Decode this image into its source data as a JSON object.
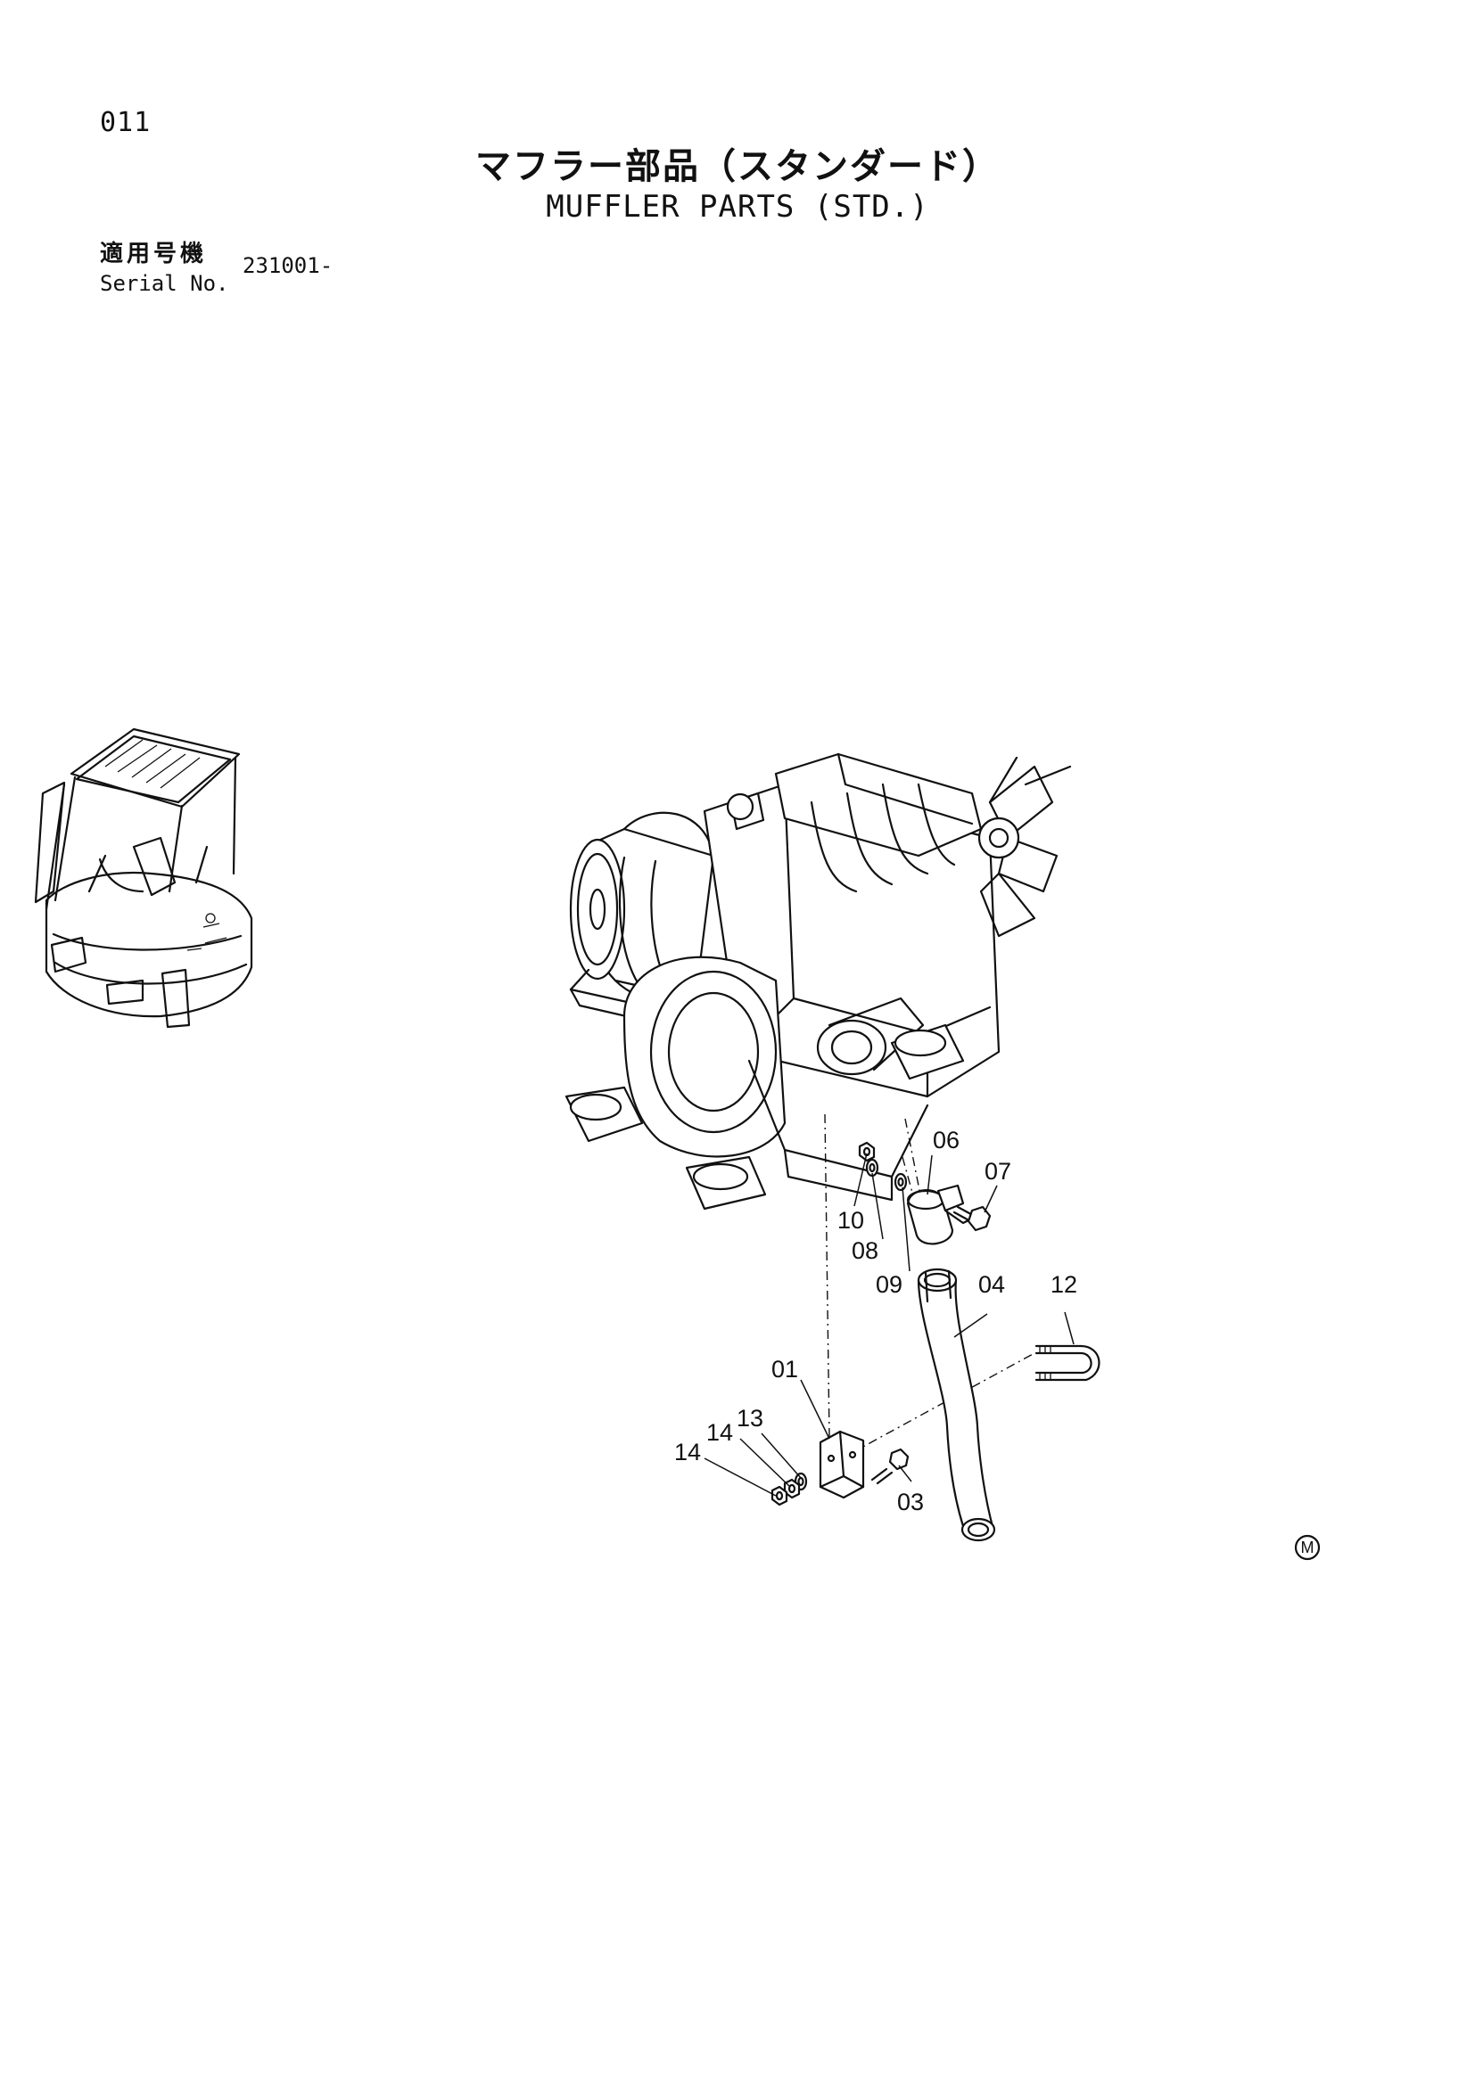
{
  "page": {
    "number": "011",
    "title_jp": "マフラー部品（スタンダード）",
    "title_en": "MUFFLER PARTS (STD.)",
    "serial_label_jp": "適用号機",
    "serial_label_en": "Serial No.",
    "serial_value": "231001-"
  },
  "callouts": {
    "c01": "01",
    "c03": "03",
    "c04": "04",
    "c06": "06",
    "c07": "07",
    "c08": "08",
    "c09": "09",
    "c10": "10",
    "c12": "12",
    "c13": "13",
    "c14a": "14",
    "c14b": "14"
  },
  "corner_mark": "M"
}
